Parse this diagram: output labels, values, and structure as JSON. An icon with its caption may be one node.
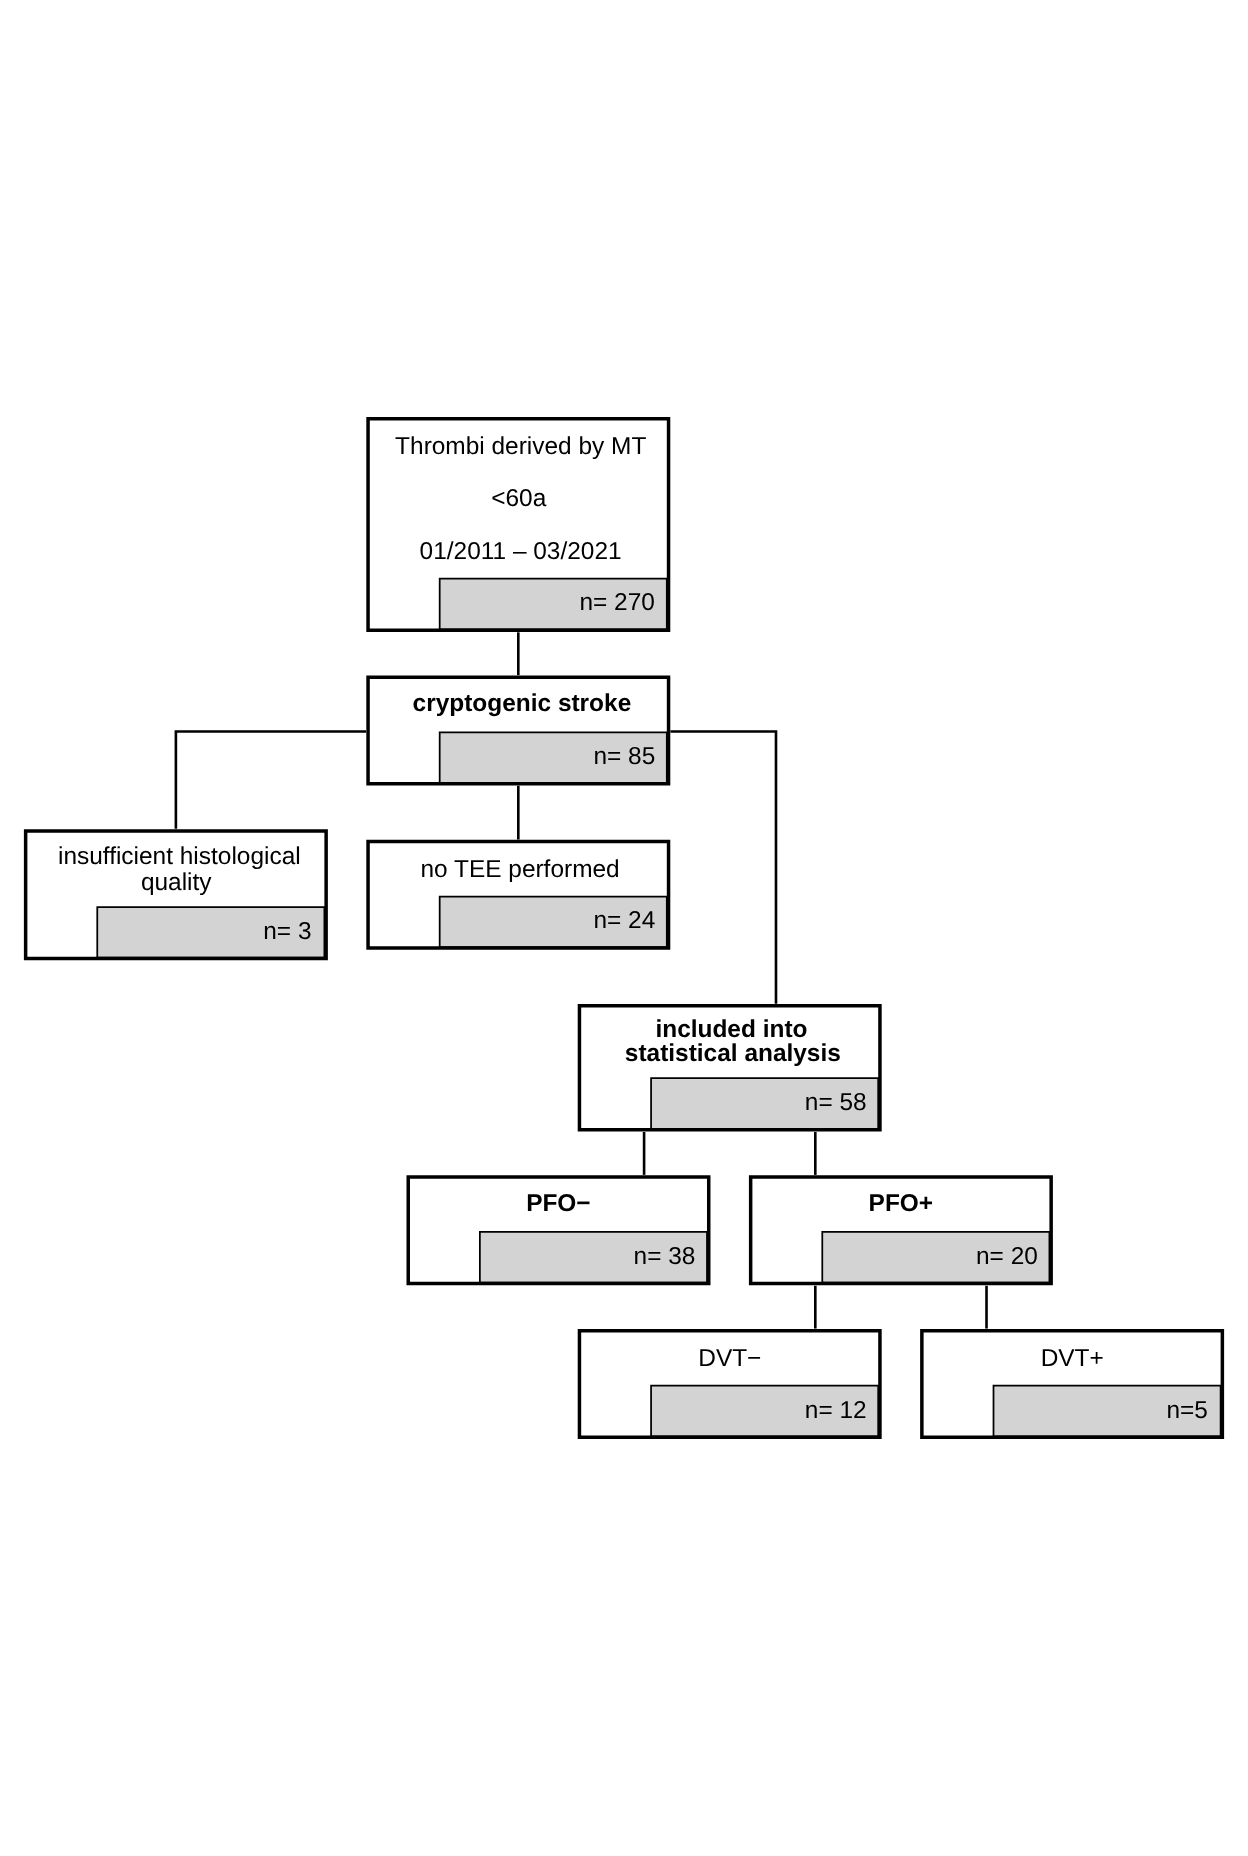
{
  "diagram": {
    "nodes": [
      {
        "text": [
          "Thrombi derived by MT",
          "<60a",
          "01/2011 – 03/2021",
          "n= 270"
        ]
      },
      {
        "text": [
          "cryptogenic stroke",
          "n= 85"
        ]
      },
      {
        "text": [
          "insufficient histological quality",
          "n= 3"
        ]
      },
      {
        "text": [
          "no TEE performed",
          "n= 24"
        ]
      },
      {
        "text": [
          "included into statistical analysis",
          "n= 58"
        ]
      },
      {
        "text": [
          "PFO−",
          "n= 38"
        ]
      },
      {
        "text": [
          "PFO+",
          "n= 20"
        ]
      },
      {
        "text": [
          "DVT−",
          "n= 12"
        ]
      },
      {
        "text": [
          "DVT+",
          "n=5"
        ]
      }
    ],
    "edges": [
      {
        "from": 0,
        "to": 1,
        "arrow": "none"
      },
      {
        "from": 1,
        "to": 2,
        "arrow": "none"
      },
      {
        "from": 1,
        "to": 3,
        "arrow": "none"
      },
      {
        "from": 1,
        "to": 4,
        "arrow": "none"
      },
      {
        "from": 4,
        "to": 5,
        "arrow": "none"
      },
      {
        "from": 4,
        "to": 6,
        "arrow": "none"
      },
      {
        "from": 6,
        "to": 7,
        "arrow": "none"
      },
      {
        "from": 6,
        "to": 8,
        "arrow": "none"
      }
    ]
  }
}
